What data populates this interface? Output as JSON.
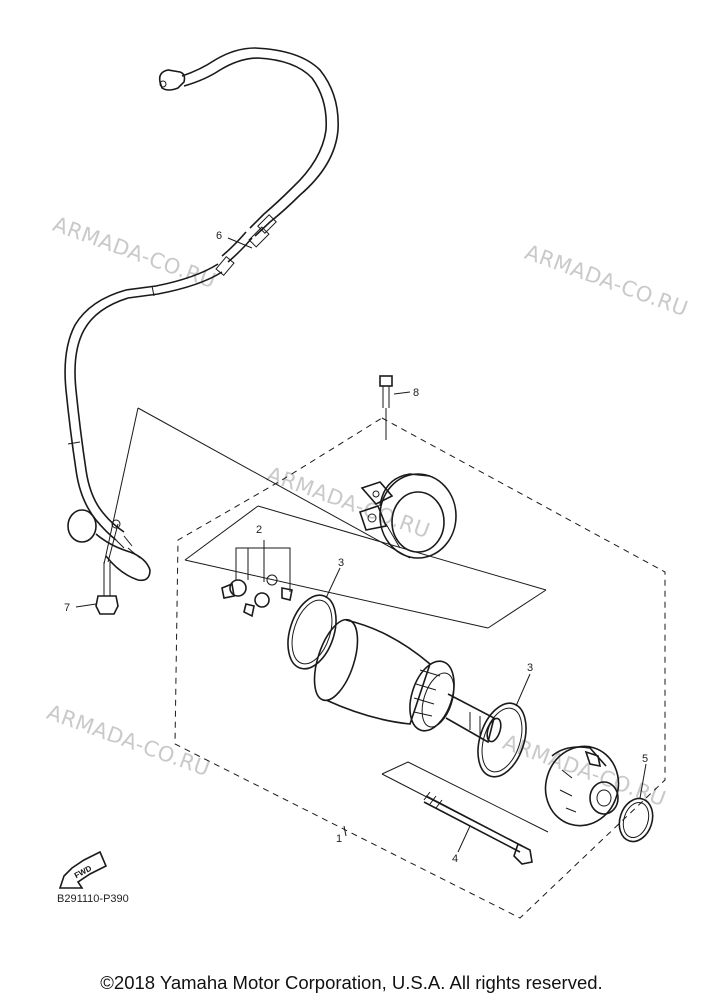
{
  "watermarks": [
    "ARMADA-CO.RU",
    "ARMADA-CO.RU",
    "ARMADA-CO.RU",
    "ARMADA-CO.RU",
    "ARMADA-CO.RU"
  ],
  "callouts": {
    "c1": "1",
    "c2": "2",
    "c3a": "3",
    "c3b": "3",
    "c4": "4",
    "c5": "5",
    "c6": "6",
    "c7": "7",
    "c8": "8"
  },
  "fwd_label": "FWD",
  "part_code": "B291110-P390",
  "copyright": "©2018 Yamaha Motor Corporation, U.S.A. All rights reserved."
}
